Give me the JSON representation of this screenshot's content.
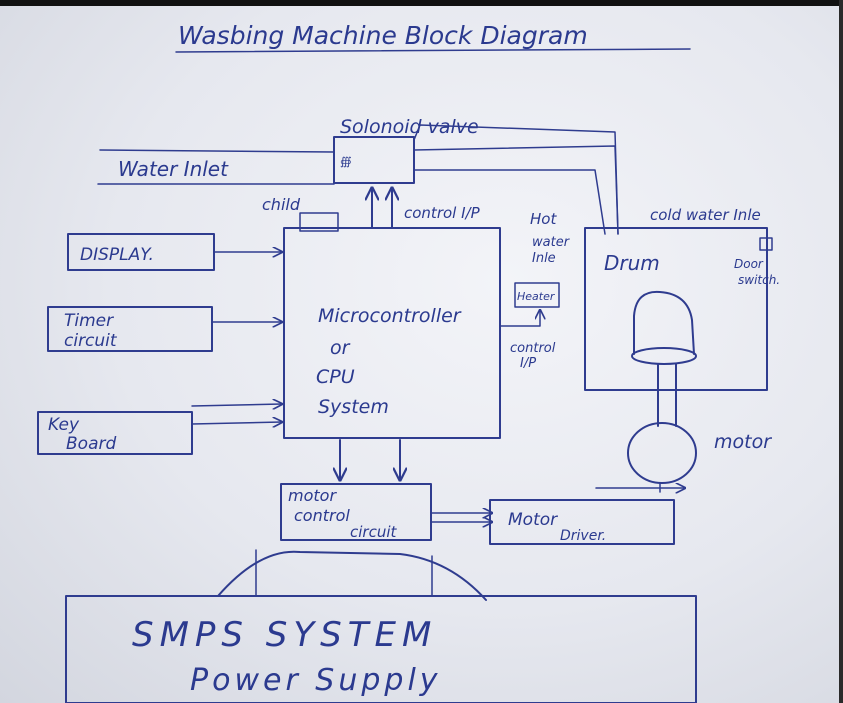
{
  "diagram": {
    "title": "Wasbing Machine Block Diagram",
    "blocks": {
      "solenoid": "Solonoid valve",
      "water_inlet": "Water Inlet",
      "child": "child",
      "control_ip_top": "control I/P",
      "hot": "Hot",
      "cold_water_inlet": "cold water Inle",
      "display": "DISPLAY.",
      "timer_line1": "Timer",
      "timer_line2": "circuit",
      "keyboard_line1": "Key",
      "keyboard_line2": "Board",
      "mcu_line1": "Microcontroller",
      "mcu_line2": "or",
      "mcu_line3": "CPU",
      "mcu_line4": "System",
      "water_inlet_small_1": "water",
      "water_inlet_small_2": "Inle",
      "heater": "Heater",
      "control_ip_heater_1": "control",
      "control_ip_heater_2": "I/P",
      "drum": "Drum",
      "door_switch_1": "Door",
      "door_switch_2": "switch.",
      "motor": "motor",
      "motor_control_1": "motor",
      "motor_control_2": "control",
      "motor_control_3": "circuit",
      "motor_driver_1": "Motor",
      "motor_driver_2": "Driver.",
      "smps_line1": "SMPS SYSTEM",
      "smps_line2": "Power Supply"
    }
  }
}
